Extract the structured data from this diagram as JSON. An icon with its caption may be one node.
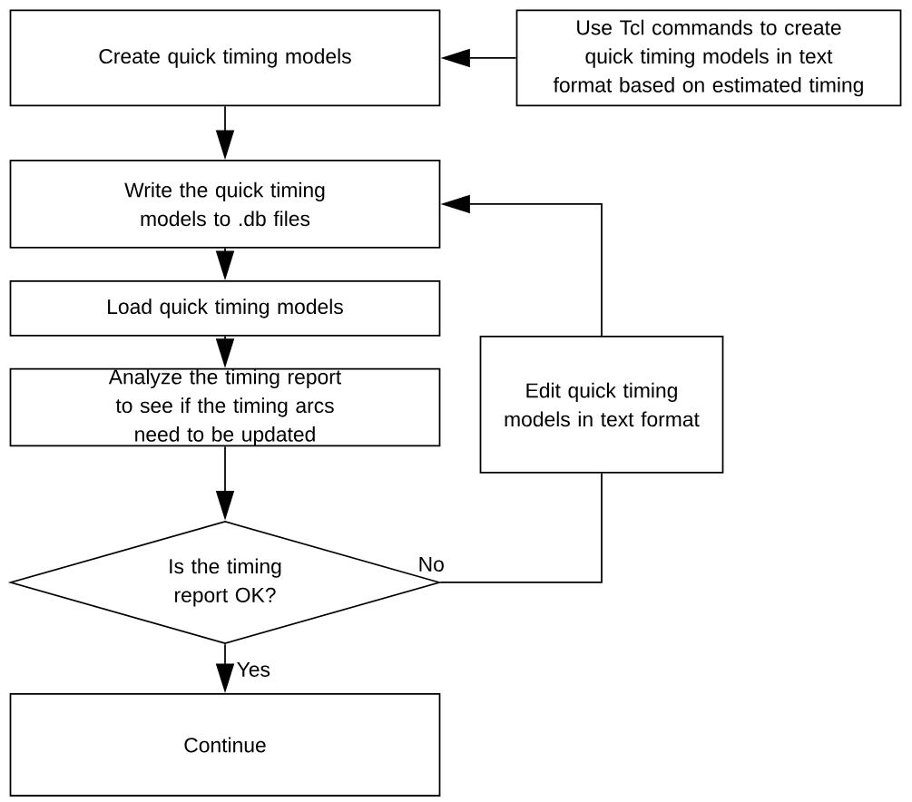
{
  "diagram": {
    "nodes": [
      {
        "text": [
          "Create quick timing models"
        ]
      },
      {
        "text": [
          "Use Tcl commands to create quick timing models in text format based on estimated timing"
        ]
      },
      {
        "text": [
          "Write the quick timing models to .db files"
        ]
      },
      {
        "text": [
          "Load quick timing models"
        ]
      },
      {
        "text": [
          "Analyze the timing report to see if the timing arcs need to be updated"
        ]
      },
      {
        "text": [
          "Is the timing report OK?"
        ]
      },
      {
        "text": [
          "Edit quick timing models in text format"
        ]
      },
      {
        "text": [
          "Continue"
        ]
      }
    ],
    "edges": [
      {
        "from": 1,
        "to": 0,
        "arrow": "to"
      },
      {
        "from": 0,
        "to": 2,
        "arrow": "to"
      },
      {
        "from": 2,
        "to": 3,
        "arrow": "to"
      },
      {
        "from": 3,
        "to": 4,
        "arrow": "to"
      },
      {
        "from": 4,
        "to": 5,
        "arrow": "to"
      },
      {
        "from": 5,
        "to": 7,
        "arrow": "to",
        "label": "Yes"
      },
      {
        "from": 5,
        "to": 6,
        "arrow": "none",
        "label": "No"
      },
      {
        "from": 6,
        "to": 2,
        "arrow": "to"
      }
    ]
  }
}
